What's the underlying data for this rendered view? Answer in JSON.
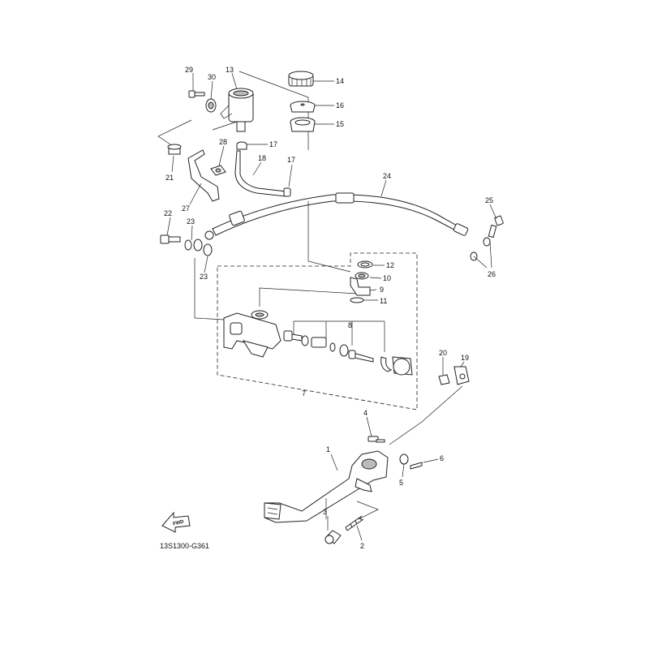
{
  "diagram": {
    "reference_code": "13S1300-G361",
    "fwd_label": "FWD",
    "callouts": [
      "1",
      "2",
      "3",
      "4",
      "5",
      "6",
      "7",
      "8",
      "9",
      "10",
      "11",
      "12",
      "13",
      "14",
      "15",
      "16",
      "17",
      "17",
      "18",
      "19",
      "20",
      "21",
      "22",
      "23",
      "23",
      "24",
      "25",
      "26",
      "27",
      "28",
      "29",
      "30"
    ]
  }
}
